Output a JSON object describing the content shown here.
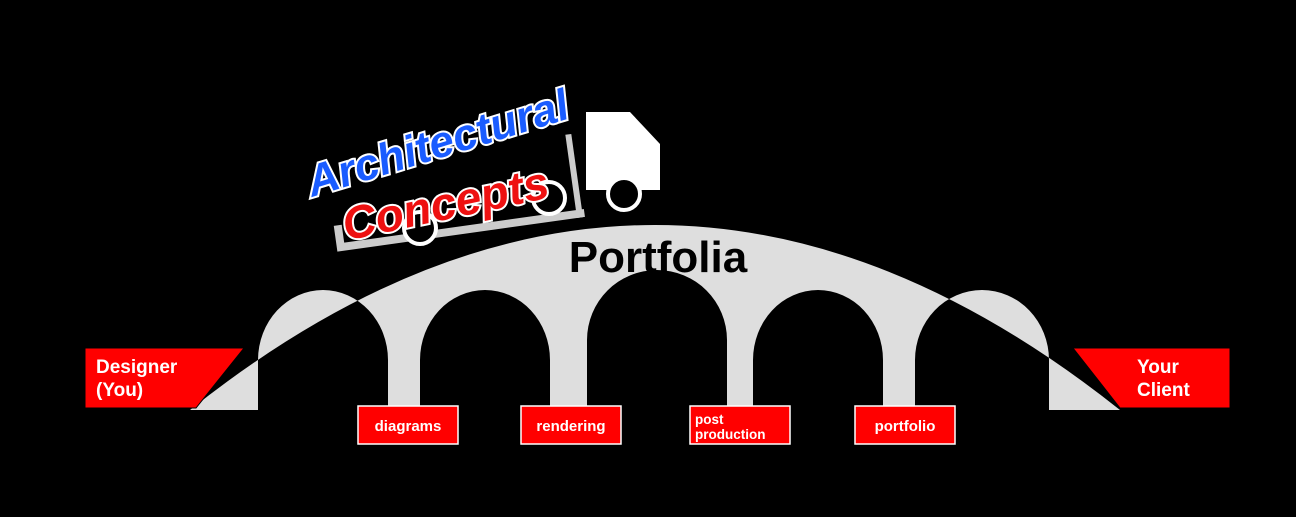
{
  "logo": {
    "line1": "Architectural",
    "line2": "Concepts"
  },
  "bridge": {
    "title": "Portfolia"
  },
  "endpoints": {
    "left_line1": "Designer",
    "left_line2": "(You)",
    "right_line1": "Your",
    "right_line2": "Client"
  },
  "pillars": [
    {
      "line1": "diagrams",
      "line2": ""
    },
    {
      "line1": "rendering",
      "line2": ""
    },
    {
      "line1": "post",
      "line2": "production"
    },
    {
      "line1": "portfolio",
      "line2": ""
    }
  ],
  "colors": {
    "background": "#000000",
    "bridge": "#dedede",
    "tag": "#ff0000",
    "logo_blue": "#1a5cff",
    "logo_red": "#ee1111",
    "truck": "#ffffff"
  }
}
